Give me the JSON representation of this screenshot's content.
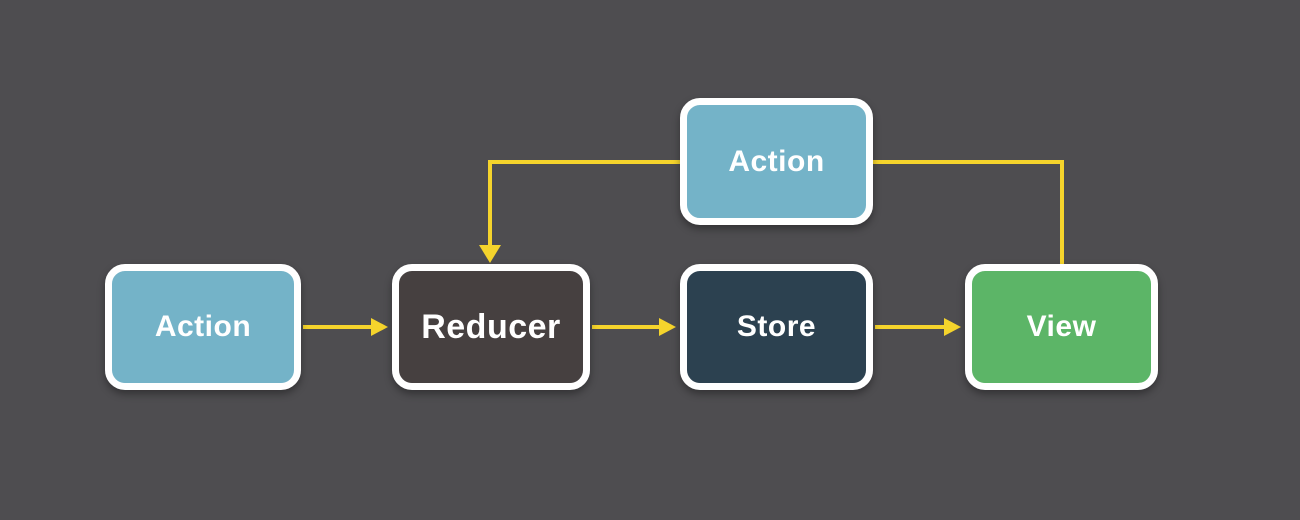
{
  "diagram": {
    "description": "Redux data flow diagram",
    "background_color": "#4e4d50",
    "arrow_color": "#f5d42c",
    "box_border_color": "#ffffff",
    "box_text_color": "#ffffff",
    "nodes": {
      "action_top": {
        "label": "Action",
        "color": "#74b3c8"
      },
      "action_left": {
        "label": "Action",
        "color": "#74b3c8"
      },
      "reducer": {
        "label": "Reducer",
        "color": "#464040"
      },
      "store": {
        "label": "Store",
        "color": "#2c4150"
      },
      "view": {
        "label": "View",
        "color": "#5cb567"
      }
    },
    "edges": [
      {
        "from": "action_left",
        "to": "reducer"
      },
      {
        "from": "reducer",
        "to": "store"
      },
      {
        "from": "store",
        "to": "view"
      },
      {
        "from": "view",
        "to": "reducer",
        "via": "action_top"
      }
    ]
  }
}
